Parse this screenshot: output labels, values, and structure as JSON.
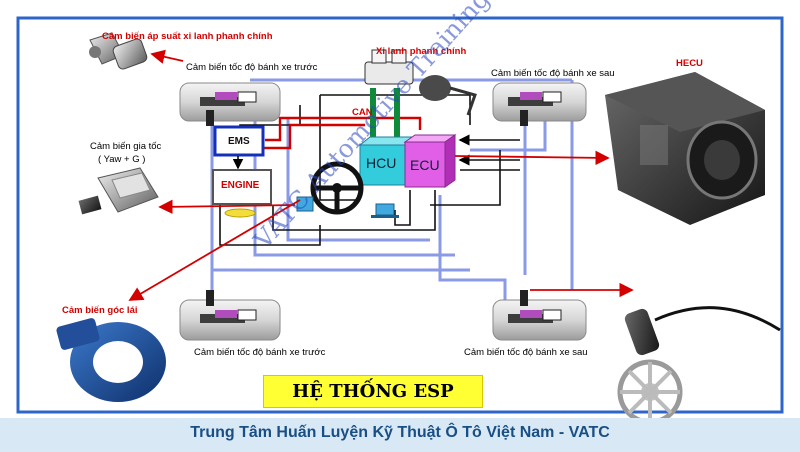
{
  "labels": {
    "pressure_sensor": "Cảm biến áp suất xi lanh phanh chính",
    "front_speed_top": "Cảm biến tốc độ bánh xe trước",
    "master_cylinder": "Xi lanh phanh chính",
    "rear_speed_top": "Cảm biến tốc độ bánh xe sau",
    "hecu": "HECU",
    "accel_sensor": "Cảm biến gia tốc",
    "accel_sub": "( Yaw + G )",
    "can": "CAN",
    "ems": "EMS",
    "engine": "ENGINE",
    "hcu": "HCU",
    "ecu": "ECU",
    "steering_sensor": "Cảm biến góc lái",
    "front_speed_bottom": "Cảm biến tốc độ bánh xe trước",
    "rear_speed_bottom": "Cảm biến tốc độ bánh xe sau"
  },
  "title": "HỆ THỐNG ESP",
  "watermark": "VATC Automotive Training Center",
  "footer": "Trung  Tâm Huấn Luyện Kỹ Thuật Ô Tô Việt Nam - VATC",
  "colors": {
    "arrow_red": "#d40000",
    "wire_blue": "#8a9ae6",
    "hcu_fill": "#33ccdd",
    "ecu_fill": "#e15ee6",
    "title_bg": "#ffff33",
    "footer_bg": "#d8e9f5",
    "footer_text": "#1a4f86"
  },
  "icons": [
    "pressure-sensor-icon",
    "accelerometer-icon",
    "hecu-module-icon",
    "steering-angle-sensor-icon",
    "wheel-speed-sensor-icon",
    "steering-wheel-icon",
    "master-cylinder-icon"
  ]
}
